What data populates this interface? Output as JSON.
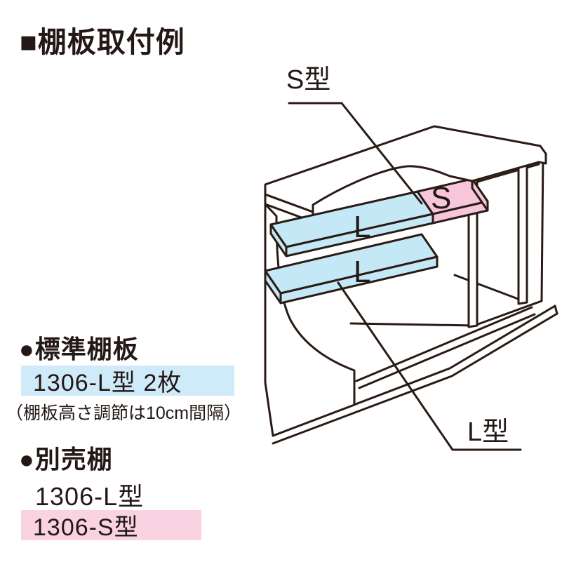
{
  "title": "■棚板取付例",
  "diagram": {
    "callout_s": "S型",
    "callout_l": "L型",
    "shelf_letter_s": "S",
    "shelf_letter_l_upper": "L",
    "shelf_letter_l_lower": "L",
    "colors": {
      "line": "#2a1b15",
      "shelf_blue": "#c5e8f7",
      "shelf_pink": "#f7c6da"
    }
  },
  "info": {
    "standard_heading": "●標準棚板",
    "standard_item": "1306-L型 2枚",
    "standard_note": "（棚板高さ調節は10cm間隔）",
    "standard_highlight": "#cfeaf9",
    "optional_heading": "●別売棚",
    "optional_item_l": "1306-L型",
    "optional_item_s": "1306-S型",
    "optional_highlight": "#f9d3e1"
  }
}
